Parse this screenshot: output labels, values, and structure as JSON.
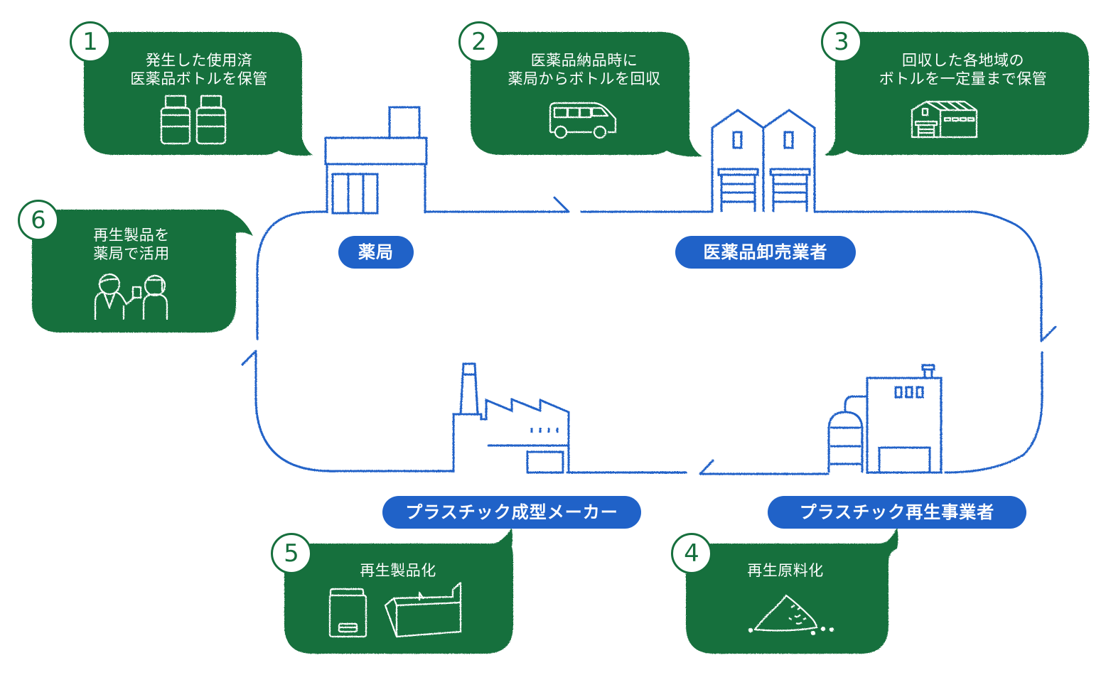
{
  "diagram": {
    "type": "recycling-cycle",
    "colors": {
      "bubble_green": "#166f3d",
      "loop_blue": "#2062c8",
      "label_blue": "#2062c8",
      "text_white": "#ffffff",
      "background": "#ffffff"
    },
    "steps": [
      {
        "number": "1",
        "line1": "発生した使用済",
        "line2": "医薬品ボトルを保管",
        "icon": "medicine-bottles-icon"
      },
      {
        "number": "2",
        "line1": "医薬品納品時に",
        "line2": "薬局からボトルを回収",
        "icon": "van-icon"
      },
      {
        "number": "3",
        "line1": "回収した各地域の",
        "line2": "ボトルを一定量まで保管",
        "icon": "warehouse-icon"
      },
      {
        "number": "4",
        "line1": "再生原料化",
        "line2": "",
        "icon": "powder-pile-icon"
      },
      {
        "number": "5",
        "line1": "再生製品化",
        "line2": "",
        "icon": "recycled-products-icon"
      },
      {
        "number": "6",
        "line1": "再生製品を",
        "line2": "薬局で活用",
        "icon": "pharmacist-customer-icon"
      }
    ],
    "facilities": [
      {
        "label": "薬局",
        "icon": "pharmacy-building-icon"
      },
      {
        "label": "医薬品卸売業者",
        "icon": "wholesaler-warehouse-icon"
      },
      {
        "label": "プラスチック再生事業者",
        "icon": "recycling-plant-icon"
      },
      {
        "label": "プラスチック成型メーカー",
        "icon": "factory-icon"
      }
    ]
  }
}
